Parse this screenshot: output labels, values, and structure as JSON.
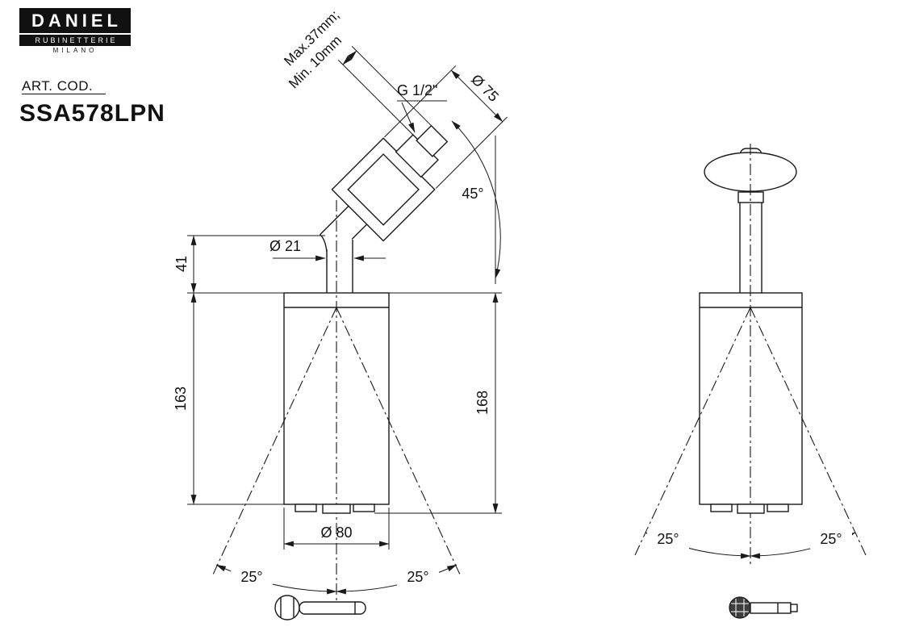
{
  "header": {
    "logo_line1": "DANIEL",
    "logo_line2": "RUBINETTERIE",
    "logo_line3": "MILANO",
    "art_label": "ART. COD.",
    "art_code": "SSA578LPN"
  },
  "front": {
    "dim_max": "Max.37mm;",
    "dim_min": "Min. 10mm",
    "dim_diameter_top": "Ø 75",
    "thread_label": "G 1/2\"",
    "angle_45": "45°",
    "dim_pipe_diameter": "Ø 21",
    "dim_height_upper": "41",
    "dim_height_body": "163",
    "dim_height_total": "168",
    "dim_body_diameter": "Ø 80",
    "angle_25_left": "25°",
    "angle_25_right": "25°"
  },
  "side": {
    "angle_25_left": "25°",
    "angle_25_right": "25°"
  },
  "colors": {
    "line": "#1a1a1a",
    "background": "#ffffff"
  }
}
